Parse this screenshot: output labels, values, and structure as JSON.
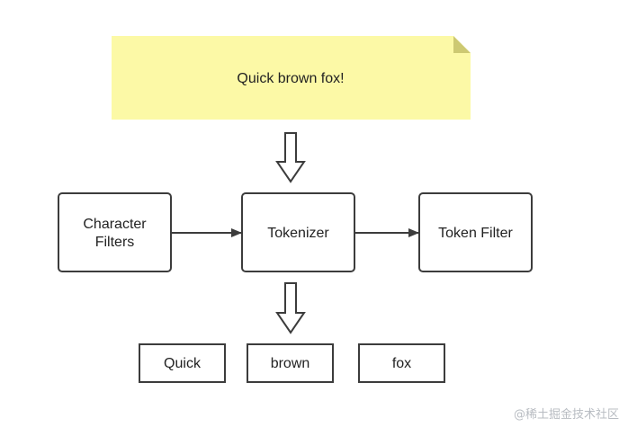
{
  "note": {
    "text": "Quick brown fox!"
  },
  "boxes": {
    "character_filters": {
      "line1": "Character",
      "line2": "Filters"
    },
    "tokenizer": {
      "label": "Tokenizer"
    },
    "token_filter": {
      "label": "Token Filter"
    }
  },
  "tokens": [
    {
      "label": "Quick"
    },
    {
      "label": "brown"
    },
    {
      "label": "fox"
    }
  ],
  "watermark": {
    "text": "@稀土掘金技术社区"
  },
  "colors": {
    "note_fill": "#fcf9a6",
    "note_fold": "#cdc972",
    "stroke": "#3c3c3c",
    "text": "#222222"
  }
}
